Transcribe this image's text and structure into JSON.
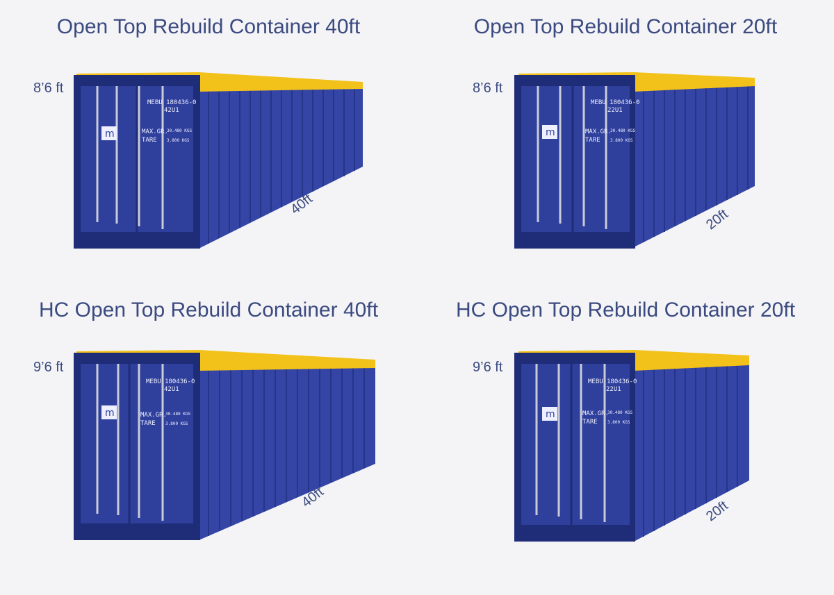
{
  "panels": [
    {
      "title": "Open Top Rebuild Container 40ft",
      "height": "8’6 ft",
      "length": "40ft",
      "code": "MEBU 180436-0",
      "iso": "42U1",
      "maxgr": "MAX.GR.",
      "tare": "TARE",
      "maxgr_val": "30.480 KGS",
      "tare_val": "3.800 KGS"
    },
    {
      "title": "Open Top Rebuild Container 20ft",
      "height": "8’6 ft",
      "length": "20ft",
      "code": "MEBU 180436-0",
      "iso": "22U1",
      "maxgr": "MAX.GR.",
      "tare": "TARE",
      "maxgr_val": "30.480 KGS",
      "tare_val": "3.800 KGS"
    },
    {
      "title": "HC Open Top Rebuild Container 40ft",
      "height": "9’6 ft",
      "length": "40ft",
      "code": "MEBU 180436-0",
      "iso": "42U1",
      "maxgr": "MAX.GR.",
      "tare": "TARE",
      "maxgr_val": "30.480 KGS",
      "tare_val": "3.800 KGS"
    },
    {
      "title": "HC Open Top Rebuild Container 20ft",
      "height": "9’6 ft",
      "length": "20ft",
      "code": "MEBU 180436-0",
      "iso": "22U1",
      "maxgr": "MAX.GR.",
      "tare": "TARE",
      "maxgr_val": "30.480 KGS",
      "tare_val": "3.800 KGS"
    }
  ],
  "colors": {
    "background": "#f4f4f6",
    "label_text": "#3b4a80",
    "container_front": "#2f3f9c",
    "container_side": "#3445a6",
    "container_dark": "#1f2c78",
    "tarp_yellow": "#f2c21a",
    "door_bar": "#c9ccd8"
  },
  "icons": [
    "logo-m-icon"
  ]
}
